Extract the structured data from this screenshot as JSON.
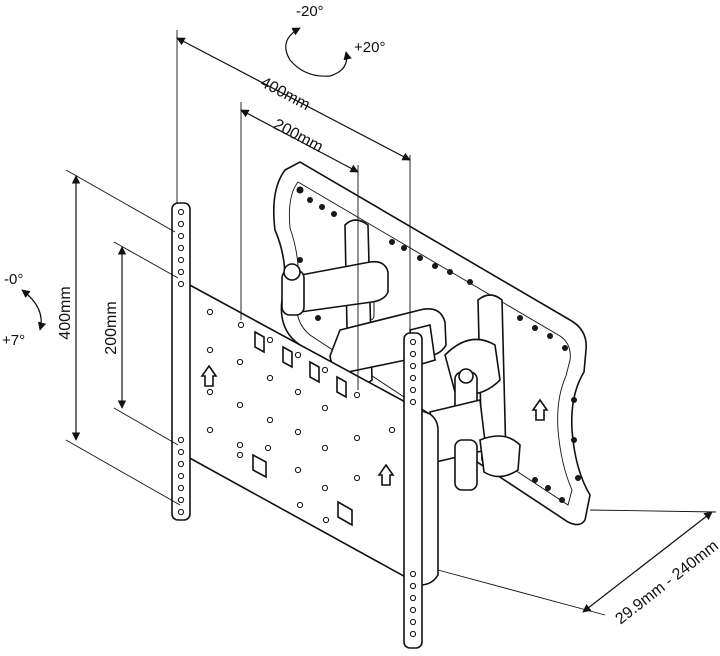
{
  "dimensions": {
    "vesa_width_max": "400mm",
    "vesa_width_min": "200mm",
    "vesa_height_max": "400mm",
    "vesa_height_min": "200mm",
    "wall_distance": "29.9mm - 240mm"
  },
  "swivel": {
    "minus": "-20°",
    "plus": "+20°"
  },
  "tilt": {
    "minus": "-0°",
    "plus": "+7°"
  }
}
